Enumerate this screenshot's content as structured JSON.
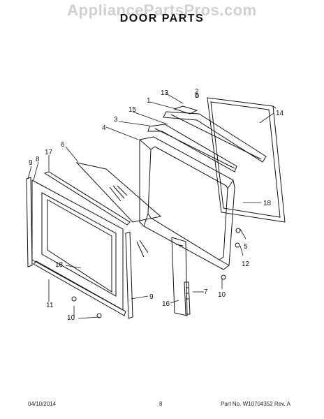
{
  "watermark": "AppliancePartsPros.com",
  "title": "DOOR PARTS",
  "callouts": {
    "c13": "13",
    "c2": "2",
    "c1": "1",
    "c15": "15",
    "c14": "14",
    "c3": "3",
    "c4": "4",
    "c6": "6",
    "c17": "17",
    "c9a": "9",
    "c8": "8",
    "c18a": "18",
    "c18b": "18",
    "c5": "5",
    "c12": "12",
    "c10a": "10",
    "c7": "7",
    "c16": "16",
    "c9b": "9",
    "c11": "11",
    "c10b": "10"
  },
  "footer": {
    "date": "04/10/2014",
    "page": "8",
    "part_no": "Part No. W10704352  Rev. A"
  },
  "colors": {
    "line": "#111111",
    "watermark": "#d0d0d0"
  }
}
